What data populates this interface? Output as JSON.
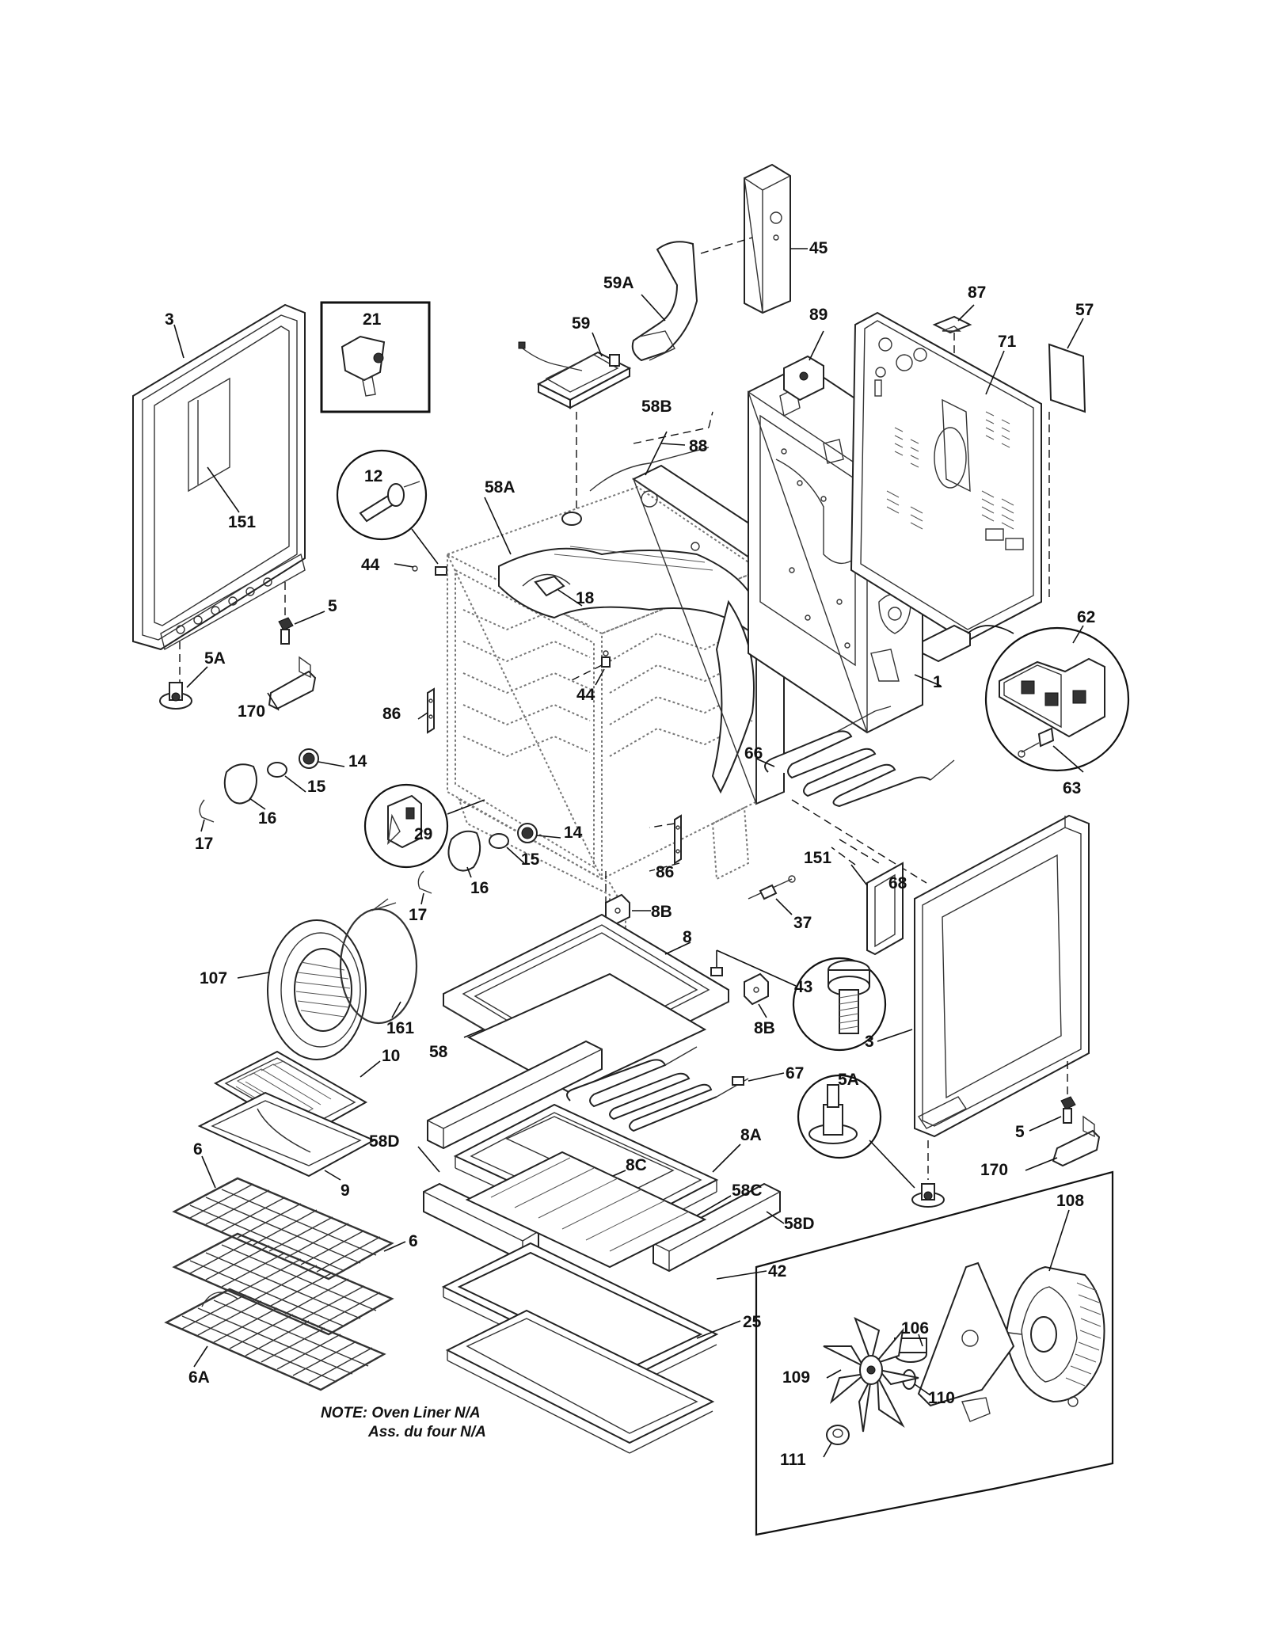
{
  "labels": {
    "p3_left": "3",
    "p21": "21",
    "p151_left": "151",
    "p5_left": "5",
    "p5a_left": "5A",
    "p170_left": "170",
    "p12": "12",
    "p44_top": "44",
    "p58a": "58A",
    "p18": "18",
    "p44_mid": "44",
    "p86_left": "86",
    "p14_top": "14",
    "p15_top": "15",
    "p16_top": "16",
    "p17_top": "17",
    "p29": "29",
    "p14_bot": "14",
    "p15_bot": "15",
    "p16_bot": "16",
    "p17_bot": "17",
    "p86_right": "86",
    "p59a": "59A",
    "p45": "45",
    "p59": "59",
    "p58b": "58B",
    "p88": "88",
    "p89": "89",
    "p87": "87",
    "p71": "71",
    "p57": "57",
    "p1": "1",
    "p62": "62",
    "p63": "63",
    "p66": "66",
    "p68": "68",
    "p151_right": "151",
    "p37": "37",
    "p8b_top": "8B",
    "p8": "8",
    "p43": "43",
    "p8b_bot": "8B",
    "p3_right": "3",
    "p107": "107",
    "p161": "161",
    "p10": "10",
    "p58": "58",
    "p67": "67",
    "p9": "9",
    "p6_top": "6",
    "p58d_left": "58D",
    "p8a": "8A",
    "p8c": "8C",
    "p58c": "58C",
    "p58d_right": "58D",
    "p5a_right": "5A",
    "p5_right": "5",
    "p170_right": "170",
    "p108": "108",
    "p6_mid": "6",
    "p42": "42",
    "p25": "25",
    "p106": "106",
    "p6a": "6A",
    "p109": "109",
    "p110": "110",
    "p111": "111"
  },
  "note": {
    "line1": "NOTE: Oven Liner N/A",
    "line2": "Ass. du four N/A"
  }
}
